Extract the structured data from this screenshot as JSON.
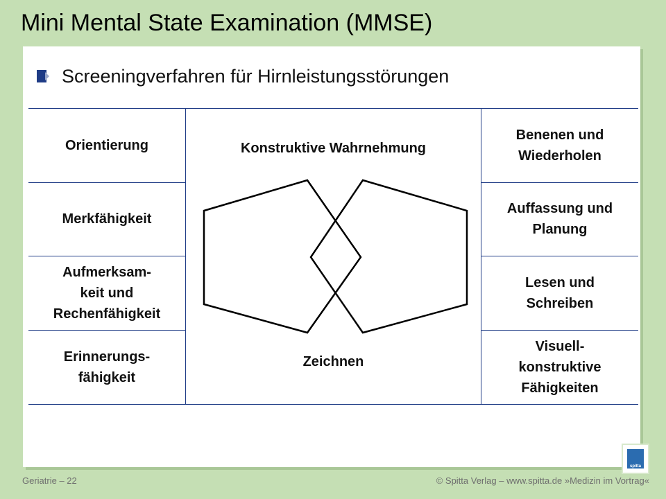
{
  "slide": {
    "title": "Mini Mental State Examination (MMSE)",
    "subtitle": "Screeningverfahren für Hirnleistungsstörungen"
  },
  "table": {
    "left": [
      "Orientierung",
      "Merkfähigkeit",
      "Aufmerksam-\nkeit und\nRechenfähigkeit",
      "Erinnerungs-\nfähigkeit"
    ],
    "right": [
      "Benenen und\nWiederholen",
      "Auffassung und\nPlanung",
      "Lesen und\nSchreiben",
      "Visuell-\nkonstruktive\nFähigkeiten"
    ],
    "center_top": "Konstruktive Wahrnehmung",
    "center_bottom": "Zeichnen"
  },
  "footer": {
    "left": "Geriatrie – 22",
    "right": "© Spitta Verlag – www.spitta.de »Medizin im Vortrag«"
  },
  "logo": {
    "text": "spitta"
  },
  "colors": {
    "background": "#c5dfb4",
    "lines": "#1f3c86",
    "bullet": "#1f3c86"
  }
}
